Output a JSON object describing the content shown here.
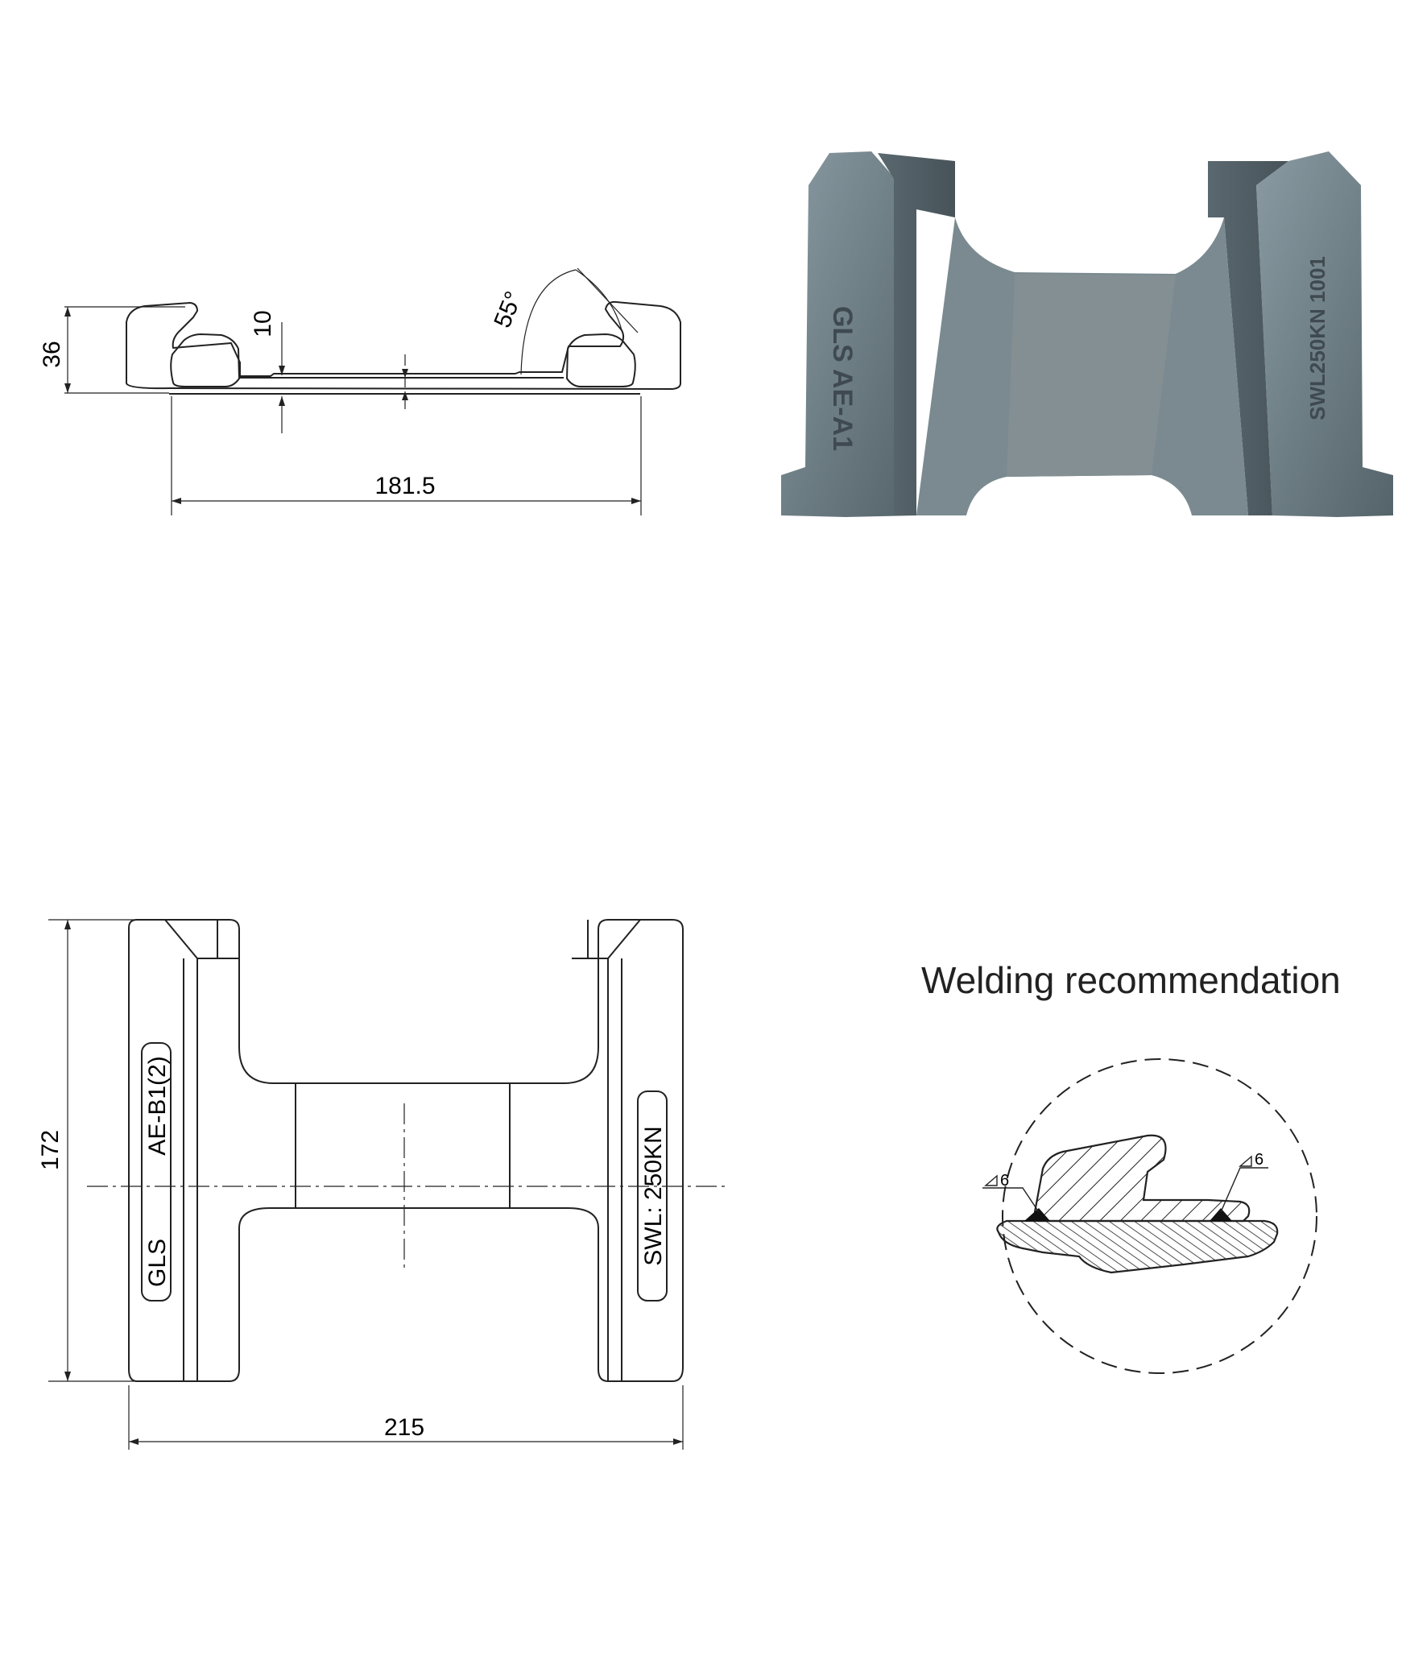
{
  "side_view": {
    "dim_height": "36",
    "dim_step": "10",
    "dim_angle": "55°",
    "dim_width": "181.5"
  },
  "photo": {
    "emboss_left": "GLS AE-A1",
    "emboss_right": "SWL250KN 1001",
    "steel_color": "#6f7f86"
  },
  "top_view": {
    "dim_height": "172",
    "dim_width": "215",
    "label_gls": "GLS",
    "label_code": "AE-B1(2)",
    "label_swl": "SWL: 250KN"
  },
  "weld": {
    "title": "Welding recommendation",
    "weld_left": "6",
    "weld_right": "6"
  }
}
